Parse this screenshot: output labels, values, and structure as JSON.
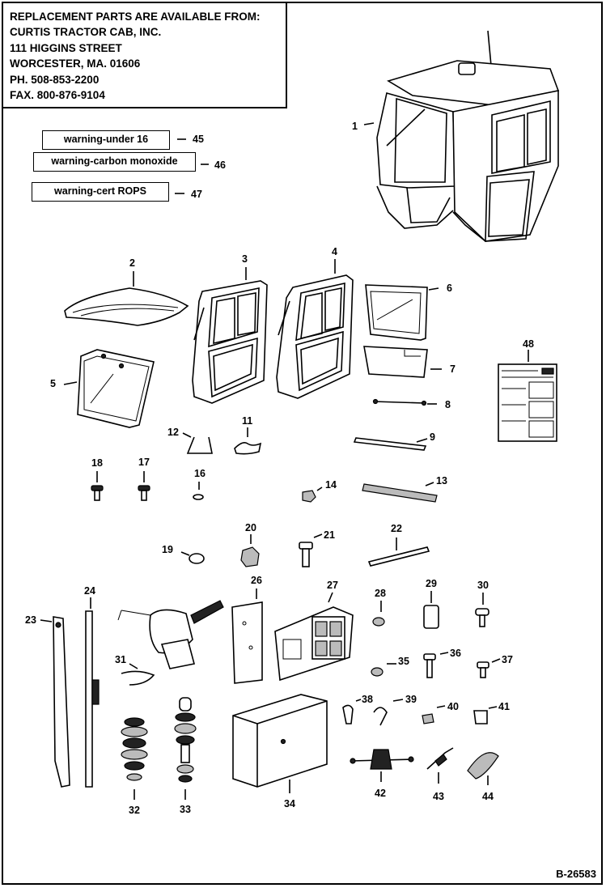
{
  "supplier": {
    "lines": [
      "REPLACEMENT PARTS ARE AVAILABLE FROM:",
      "CURTIS TRACTOR CAB, INC.",
      "111 HIGGINS STREET",
      "WORCESTER, MA. 01606",
      "PH. 508-853-2200",
      "FAX. 800-876-9104"
    ]
  },
  "warning_labels": [
    {
      "text": "warning-under 16",
      "number": "45"
    },
    {
      "text": "warning-carbon monoxide",
      "number": "46"
    },
    {
      "text": "warning-cert ROPS",
      "number": "47"
    }
  ],
  "callouts": [
    "1",
    "2",
    "3",
    "4",
    "5",
    "6",
    "7",
    "8",
    "9",
    "11",
    "12",
    "13",
    "14",
    "16",
    "17",
    "18",
    "19",
    "20",
    "21",
    "22",
    "23",
    "24",
    "26",
    "27",
    "28",
    "29",
    "30",
    "31",
    "32",
    "33",
    "34",
    "35",
    "36",
    "37",
    "38",
    "39",
    "40",
    "41",
    "42",
    "43",
    "44",
    "48"
  ],
  "figure_ref": "B-26583"
}
